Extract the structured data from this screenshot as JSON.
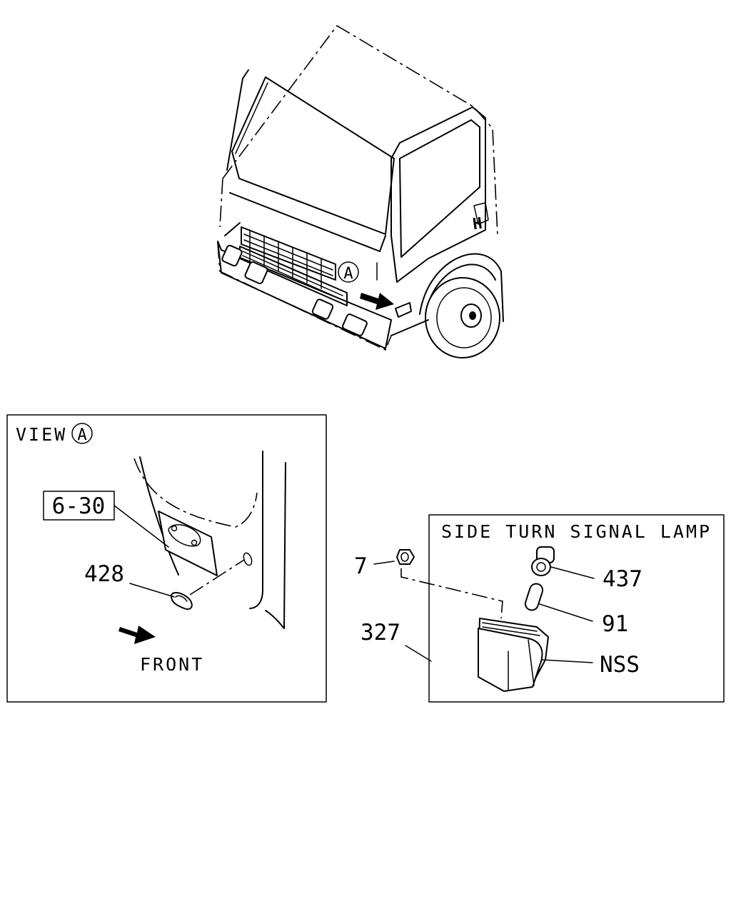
{
  "view_label": "VIEW",
  "view_marker": "A",
  "cab_view_marker": "A",
  "ref_box_label": "6-30",
  "front_label": "FRONT",
  "lamp_box_title": "SIDE TURN SIGNAL LAMP",
  "callouts": {
    "p428": "428",
    "p7": "7",
    "p437": "437",
    "p91": "91",
    "p327": "327",
    "nss": "NSS"
  }
}
